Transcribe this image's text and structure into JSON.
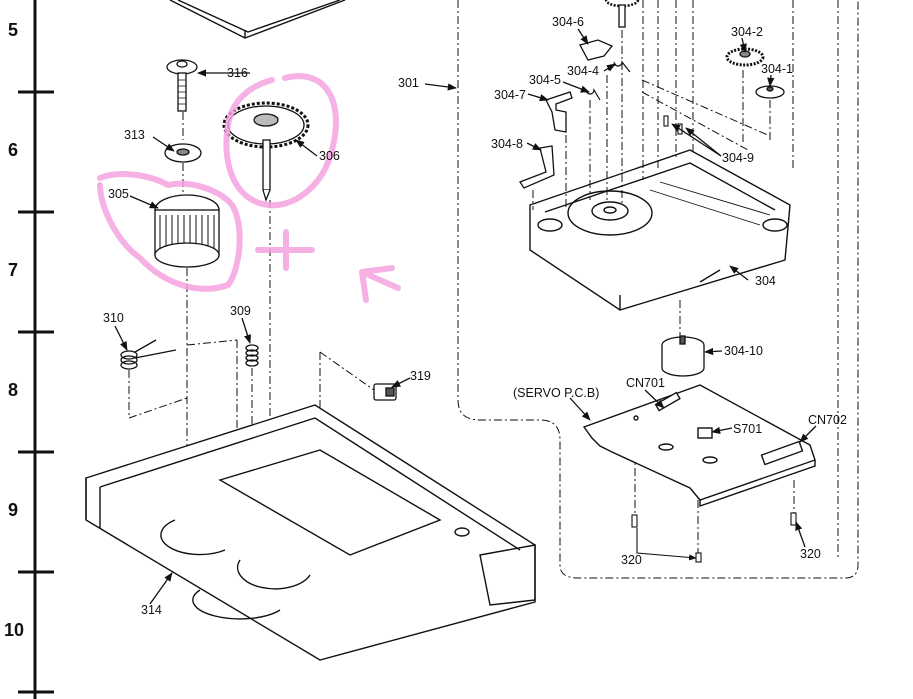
{
  "diagram": {
    "title": "Exploded view - deck mechanism",
    "grid_rows": [
      "5",
      "6",
      "7",
      "8",
      "9",
      "10"
    ],
    "parts": [
      {
        "id": "p316",
        "label": "316",
        "name": "screw"
      },
      {
        "id": "p313",
        "label": "313",
        "name": "washer"
      },
      {
        "id": "p306",
        "label": "306",
        "name": "large-gear-with-shaft"
      },
      {
        "id": "p305",
        "label": "305",
        "name": "drum-gear"
      },
      {
        "id": "p310",
        "label": "310",
        "name": "torsion-spring"
      },
      {
        "id": "p309",
        "label": "309",
        "name": "coil-spring"
      },
      {
        "id": "p319",
        "label": "319",
        "name": "switch"
      },
      {
        "id": "p314",
        "label": "314",
        "name": "chassis-frame"
      },
      {
        "id": "p301",
        "label": "301",
        "name": "mechanism-assembly"
      },
      {
        "id": "p304",
        "label": "304",
        "name": "deck-mechanism"
      },
      {
        "id": "p304-1",
        "label": "304-1",
        "name": "small-gear"
      },
      {
        "id": "p304-2",
        "label": "304-2",
        "name": "gear"
      },
      {
        "id": "p304-4",
        "label": "304-4",
        "name": "spring"
      },
      {
        "id": "p304-5",
        "label": "304-5",
        "name": "spring"
      },
      {
        "id": "p304-6",
        "label": "304-6",
        "name": "lever"
      },
      {
        "id": "p304-7",
        "label": "304-7",
        "name": "bracket"
      },
      {
        "id": "p304-8",
        "label": "304-8",
        "name": "arm"
      },
      {
        "id": "p304-9",
        "label": "304-9",
        "name": "screws"
      },
      {
        "id": "p304-10",
        "label": "304-10",
        "name": "motor"
      },
      {
        "id": "servo",
        "label": "(SERVO P.C.B)",
        "name": "servo-pcb"
      },
      {
        "id": "cn701",
        "label": "CN701",
        "name": "connector"
      },
      {
        "id": "cn702",
        "label": "CN702",
        "name": "connector"
      },
      {
        "id": "s701",
        "label": "S701",
        "name": "switch"
      },
      {
        "id": "p320a",
        "label": "320",
        "name": "screw"
      },
      {
        "id": "p320b",
        "label": "320",
        "name": "screw"
      }
    ],
    "annotation_color": "#f5a3e0",
    "line_color": "#111111"
  }
}
